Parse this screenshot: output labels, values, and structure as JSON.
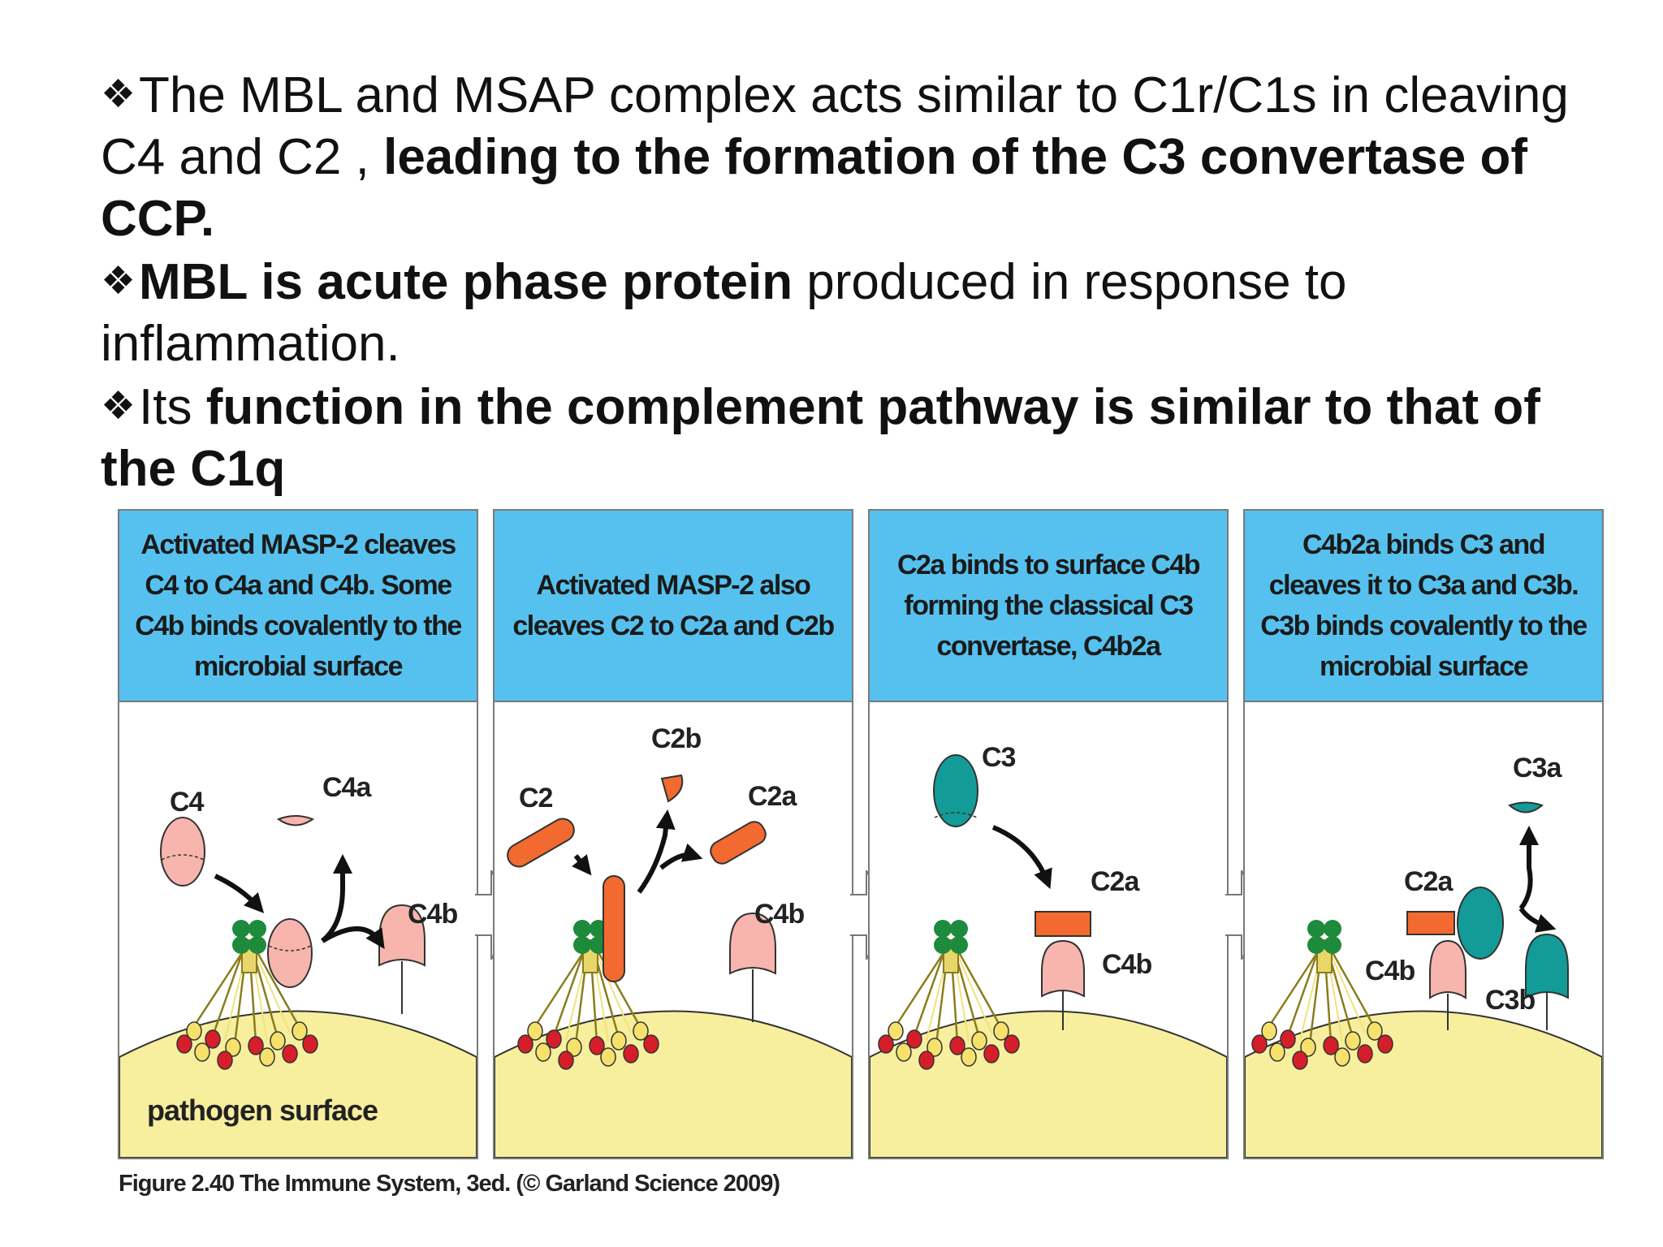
{
  "bullets": [
    {
      "plain_before": "The MBL and MSAP complex acts similar to C1r/C1s in cleaving C4  and C2  , ",
      "bold": "leading to the formation of the C3 convertase of CCP.",
      "plain_after": ""
    },
    {
      "plain_before": "",
      "bold": "MBL is acute phase protein",
      "plain_after": " produced in response to inflammation."
    },
    {
      "plain_before": "Its  ",
      "bold": "function in the complement pathway is similar to that of the C1q",
      "plain_after": ""
    }
  ],
  "bullet_symbol": "❖",
  "panels": [
    {
      "caption": "Activated MASP-2 cleaves C4 to C4a and C4b. Some C4b binds covalently to the microbial surface",
      "labels": {
        "l1": "C4",
        "l2": "C4a",
        "l3": "C4b"
      },
      "surface_label": "pathogen surface"
    },
    {
      "caption": "Activated MASP-2 also cleaves C2 to C2a and C2b",
      "labels": {
        "l1": "C2",
        "l2": "C2b",
        "l3": "C2a",
        "l4": "C4b"
      }
    },
    {
      "caption": "C2a binds to surface C4b forming the classical C3 convertase, C4b2a",
      "labels": {
        "l1": "C3",
        "l2": "C2a",
        "l3": "C4b"
      }
    },
    {
      "caption": "C4b2a binds C3 and cleaves it to C3a and C3b. C3b binds covalently to the microbial surface",
      "labels": {
        "l1": "C3a",
        "l2": "C2a",
        "l3": "C4b",
        "l4": "C3b"
      }
    }
  ],
  "figure_caption": "Figure 2.40 The Immune System, 3ed. (© Garland Science 2009)",
  "colors": {
    "caption_bg": "#56c1ee",
    "surface": "#f7ef9e",
    "c4_pink": "#f7b5ae",
    "c2_orange": "#f26a2f",
    "c3_teal": "#139b98",
    "mbl_green": "#1e8a3c",
    "sugar_red": "#d61e2b",
    "sugar_yellow": "#f5e16b"
  }
}
